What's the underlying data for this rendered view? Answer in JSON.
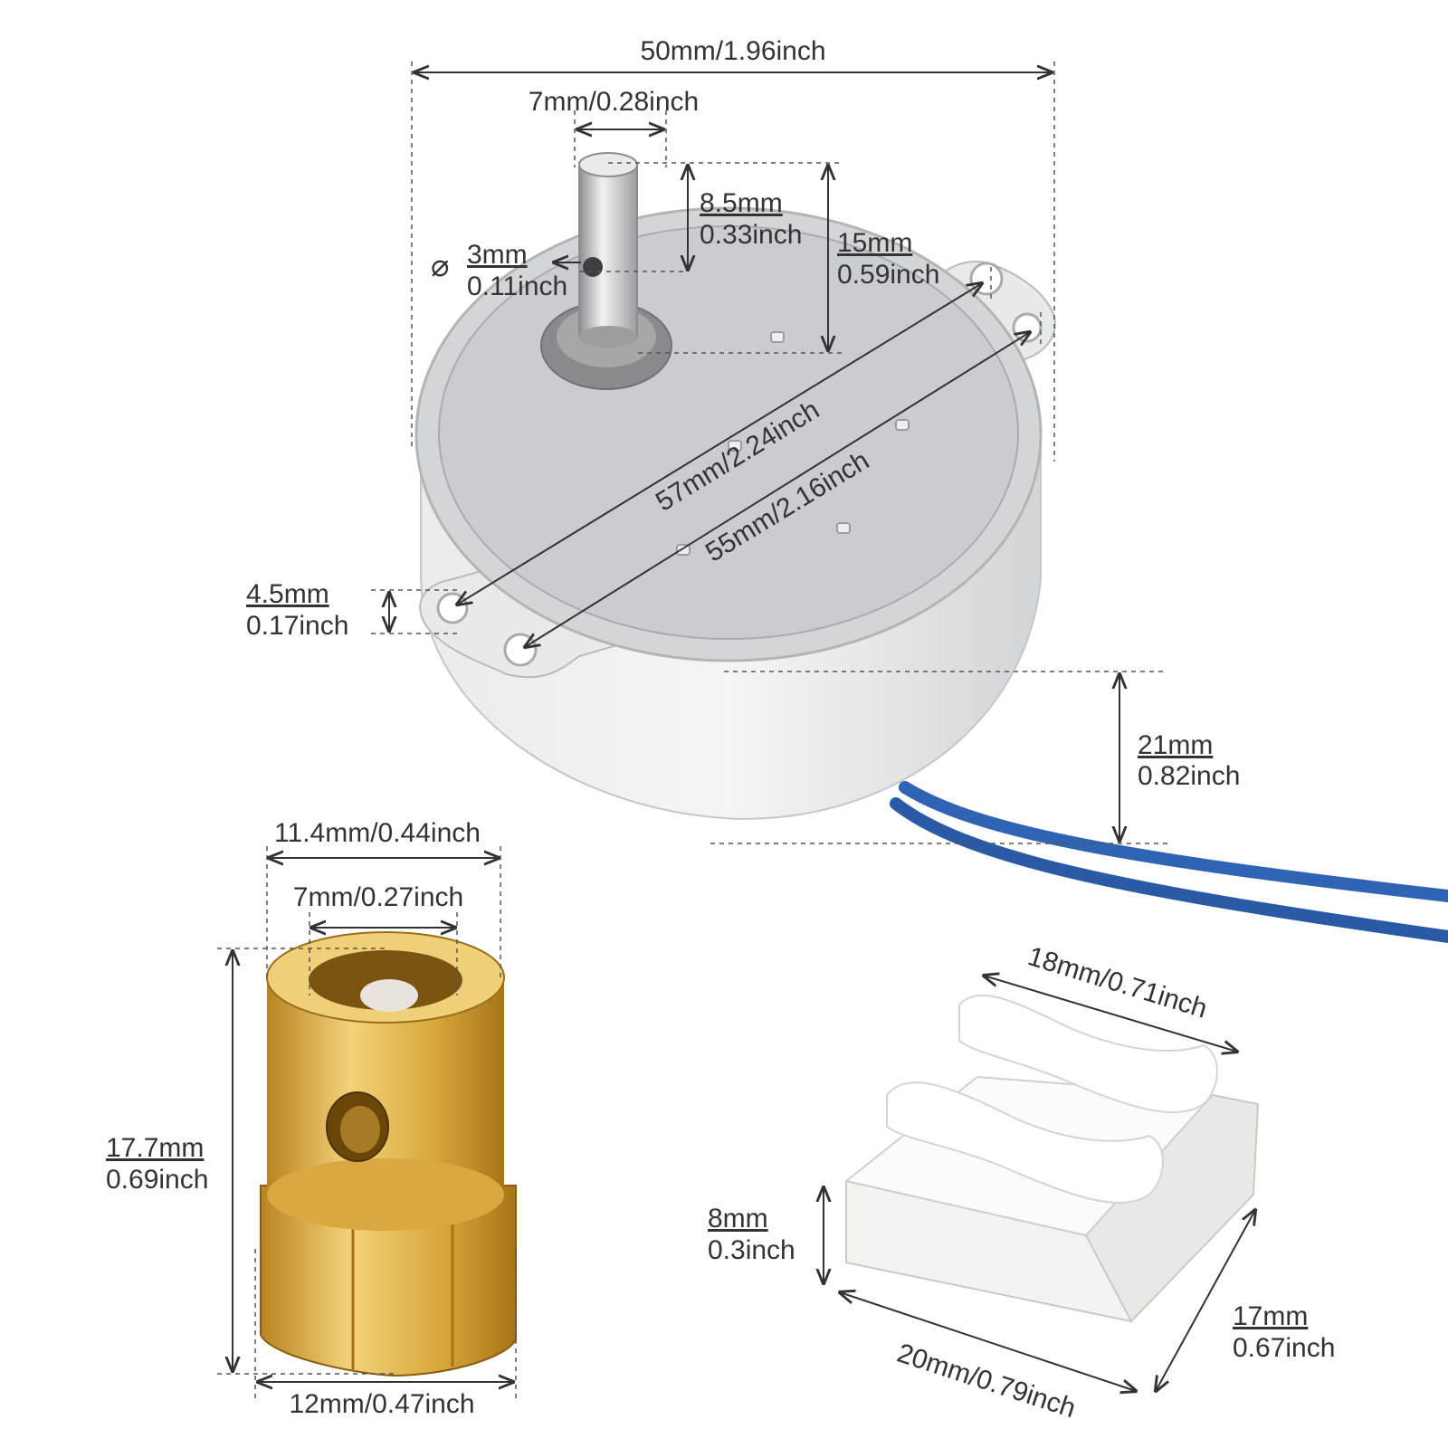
{
  "colors": {
    "background": "#ffffff",
    "motor_body": "#dcdfe2",
    "motor_face": "#c9cdd1",
    "shaft": "#b9bcbf",
    "brass": "#d6a73c",
    "connector": "#f4f4f2",
    "wire": "#2f63b3",
    "dimension_line": "#333333"
  },
  "motor": {
    "width": "50mm/1.96inch",
    "shaft_width": "7mm/0.28inch",
    "shaft_flat_mm": "8.5mm",
    "shaft_flat_in": "0.33inch",
    "shaft_height_mm": "15mm",
    "shaft_height_in": "0.59inch",
    "hole_symbol": "⌀",
    "hole_mm": "3mm",
    "hole_in": "0.11inch",
    "mount_span_outer": "57mm/2.24inch",
    "mount_span_inner": "55mm/2.16inch",
    "mount_hole_mm": "4.5mm",
    "mount_hole_in": "0.17inch",
    "body_height_mm": "21mm",
    "body_height_in": "0.82inch"
  },
  "coupler": {
    "outer_diameter": "11.4mm/0.44inch",
    "inner_diameter": "7mm/0.27inch",
    "height_mm": "17.7mm",
    "height_in": "0.69inch",
    "hex_width": "12mm/0.47inch"
  },
  "connector": {
    "depth": "18mm/0.71inch",
    "height_mm": "8mm",
    "height_in": "0.3inch",
    "length": "20mm/0.79inch",
    "width_mm": "17mm",
    "width_in": "0.67inch"
  }
}
